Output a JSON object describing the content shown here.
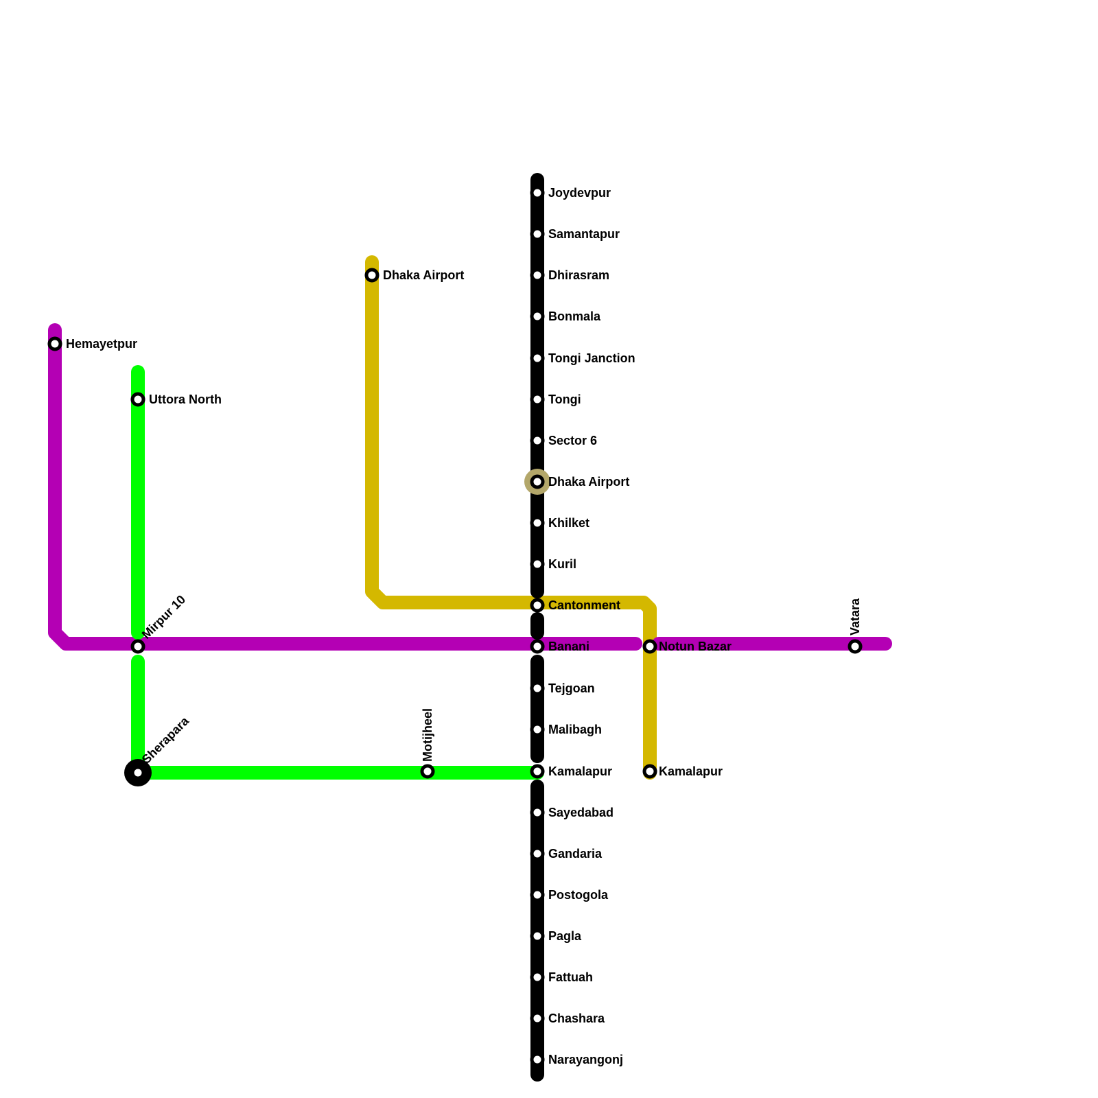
{
  "lines": [
    {
      "id": "black",
      "color": "#000000"
    },
    {
      "id": "purple",
      "color": "#b400b4"
    },
    {
      "id": "green",
      "color": "#00ff00"
    },
    {
      "id": "yellow",
      "color": "#d4b800"
    }
  ],
  "interchange_color": "#b3a76a",
  "stations": {
    "joydevpur": "Joydevpur",
    "samantapur": "Samantapur",
    "dhirasram": "Dhirasram",
    "bonmala": "Bonmala",
    "tongi_janction": "Tongi Janction",
    "tongi": "Tongi",
    "sector_6": "Sector 6",
    "dhaka_airport_black": "Dhaka Airport",
    "khilket": "Khilket",
    "kuril": "Kuril",
    "cantonment": "Cantonment",
    "banani": "Banani",
    "tejgoan": "Tejgoan",
    "malibagh": "Malibagh",
    "kamalapur_black": "Kamalapur",
    "sayedabad": "Sayedabad",
    "gandaria": "Gandaria",
    "postogola": "Postogola",
    "pagla": "Pagla",
    "fattuah": "Fattuah",
    "chashara": "Chashara",
    "narayangonj": "Narayangonj",
    "dhaka_airport_yellow": "Dhaka Airport",
    "kamalapur_yellow": "Kamalapur",
    "hemayetpur": "Hemayetpur",
    "mirpur_10": "Mirpur 10",
    "notun_bazar": "Notun Bazar",
    "vatara": "Vatara",
    "uttora_north": "Uttora North",
    "sherapara": "Sherapara",
    "motijheel": "Motijheel"
  }
}
